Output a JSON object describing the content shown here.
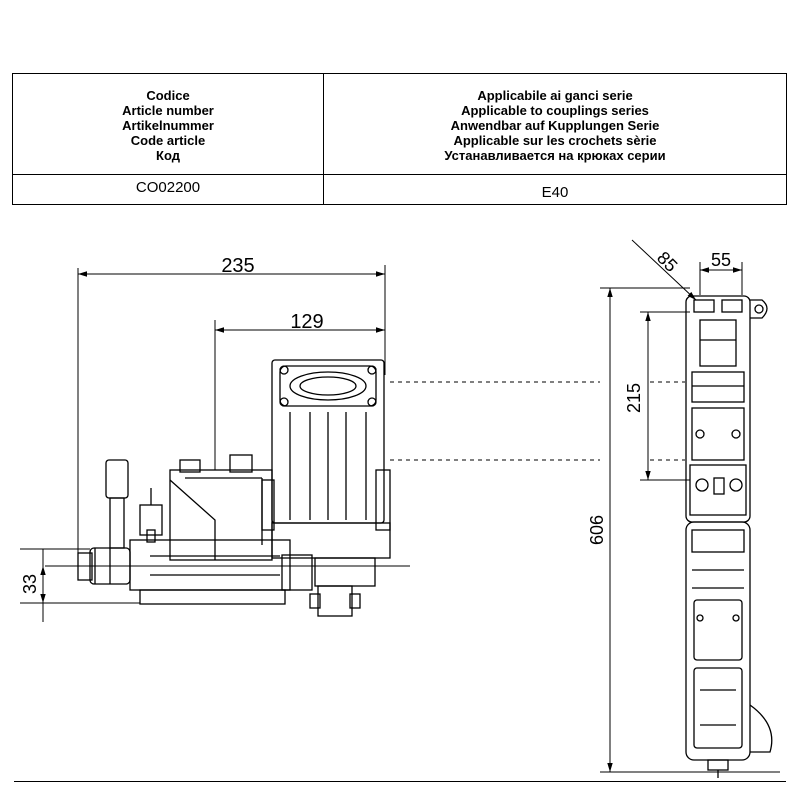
{
  "table": {
    "left_header": [
      "Codice",
      "Article number",
      "Artikelnummer",
      "Code article",
      "Код"
    ],
    "right_header": [
      "Applicabile ai ganci serie",
      "Applicable to couplings series",
      "Anwendbar auf Kupplungen Serie",
      "Applicable sur les crochets sèrie",
      "Устанавливается на крюках серии"
    ],
    "article_code": "CO02200",
    "series": "E40"
  },
  "side_view": {
    "dim_overall": "235",
    "dim_partial": "129",
    "dim_height": "33"
  },
  "front_view": {
    "dim_angle": "85",
    "dim_width": "55",
    "dim_mount": "215",
    "dim_total": "606"
  }
}
